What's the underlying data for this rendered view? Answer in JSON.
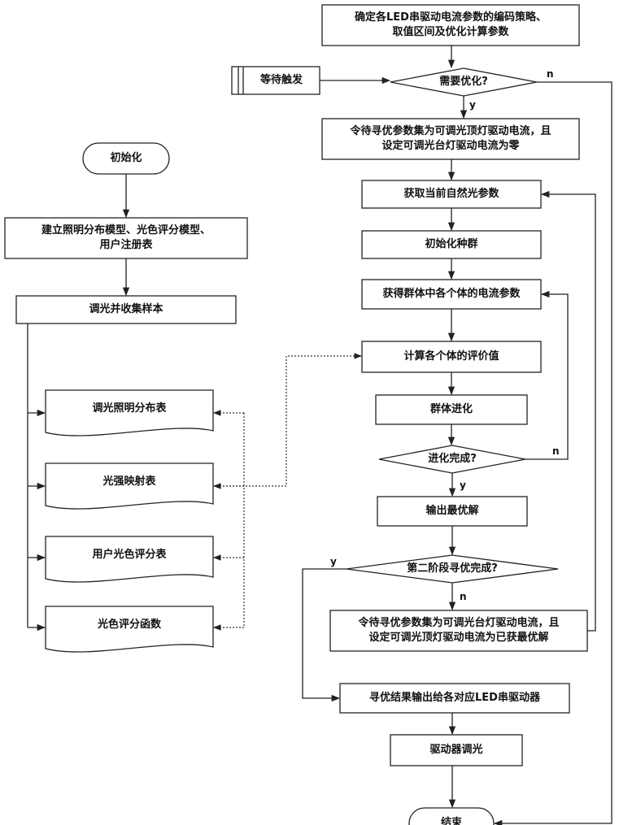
{
  "nodes": {
    "define_strategy": "确定各LED串驱动电流参数的编码策略、\n取值区间及优化计算参数",
    "wait_trigger": "等待触发",
    "need_optimize": "需要优化?",
    "set_ceiling_params": "令待寻优参数集为可调光顶灯驱动电流，且\n设定可调光台灯驱动电流为零",
    "get_natural_light": "获取当前自然光参数",
    "init_population": "初始化种群",
    "get_current_params": "获得群体中各个体的电流参数",
    "calc_evaluation": "计算各个体的评价值",
    "evolve": "群体进化",
    "evolution_done": "进化完成?",
    "output_best": "输出最优解",
    "stage2_done": "第二阶段寻优完成?",
    "set_desk_params": "令待寻优参数集为可调光台灯驱动电流，且\n设定可调光顶灯驱动电流为已获最优解",
    "output_to_drivers": "寻优结果输出给各对应LED串驱动器",
    "driver_dimming": "驱动器调光",
    "end": "结束",
    "init": "初始化",
    "build_models": "建立照明分布模型、光色评分模型、\n用户注册表",
    "dim_collect": "调光并收集样本",
    "doc_dist_table": "调光照明分布表",
    "doc_intensity_table": "光强映射表",
    "doc_user_score_table": "用户光色评分表",
    "doc_score_function": "光色评分函数"
  },
  "labels": {
    "n_need": "n",
    "y_need": "y",
    "n_evolution": "n",
    "y_evolution": "y",
    "y_stage2": "y",
    "n_stage2": "n"
  }
}
